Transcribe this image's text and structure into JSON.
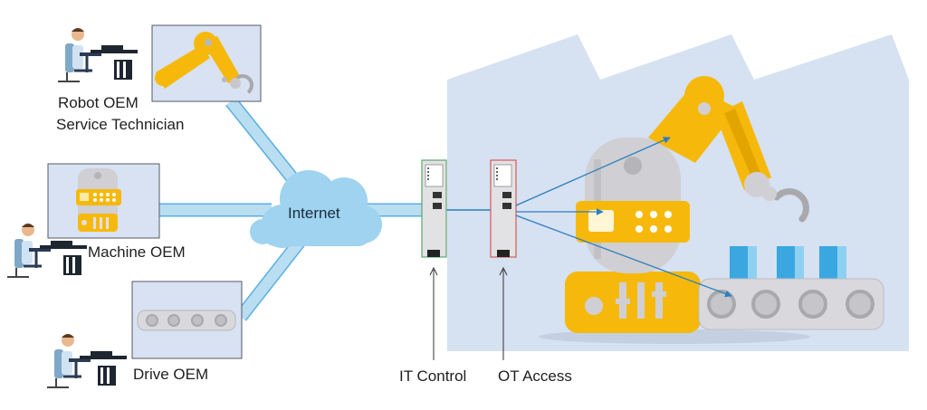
{
  "labels": {
    "robot_oem_line1": "Robot OEM",
    "robot_oem_line2": "Service Technician",
    "machine_oem": "Machine OEM",
    "drive_oem": "Drive OEM",
    "internet": "Internet",
    "it_control": "IT Control",
    "ot_access": "OT Access"
  },
  "colors": {
    "link_light_blue": "#b9def2",
    "link_outline": "#5aaee0",
    "cloud": "#9fd3f0",
    "factory_bg": "#d6e1f1",
    "robot_yellow": "#f6b90b",
    "robot_gray": "#d0cfd3",
    "conveyor_gray": "#d9d9dd",
    "box_blue": "#3aa7e0",
    "it_device_frame": "#5aa86d",
    "ot_device_frame": "#d55a5a",
    "connection_line": "#2c7fc0"
  }
}
